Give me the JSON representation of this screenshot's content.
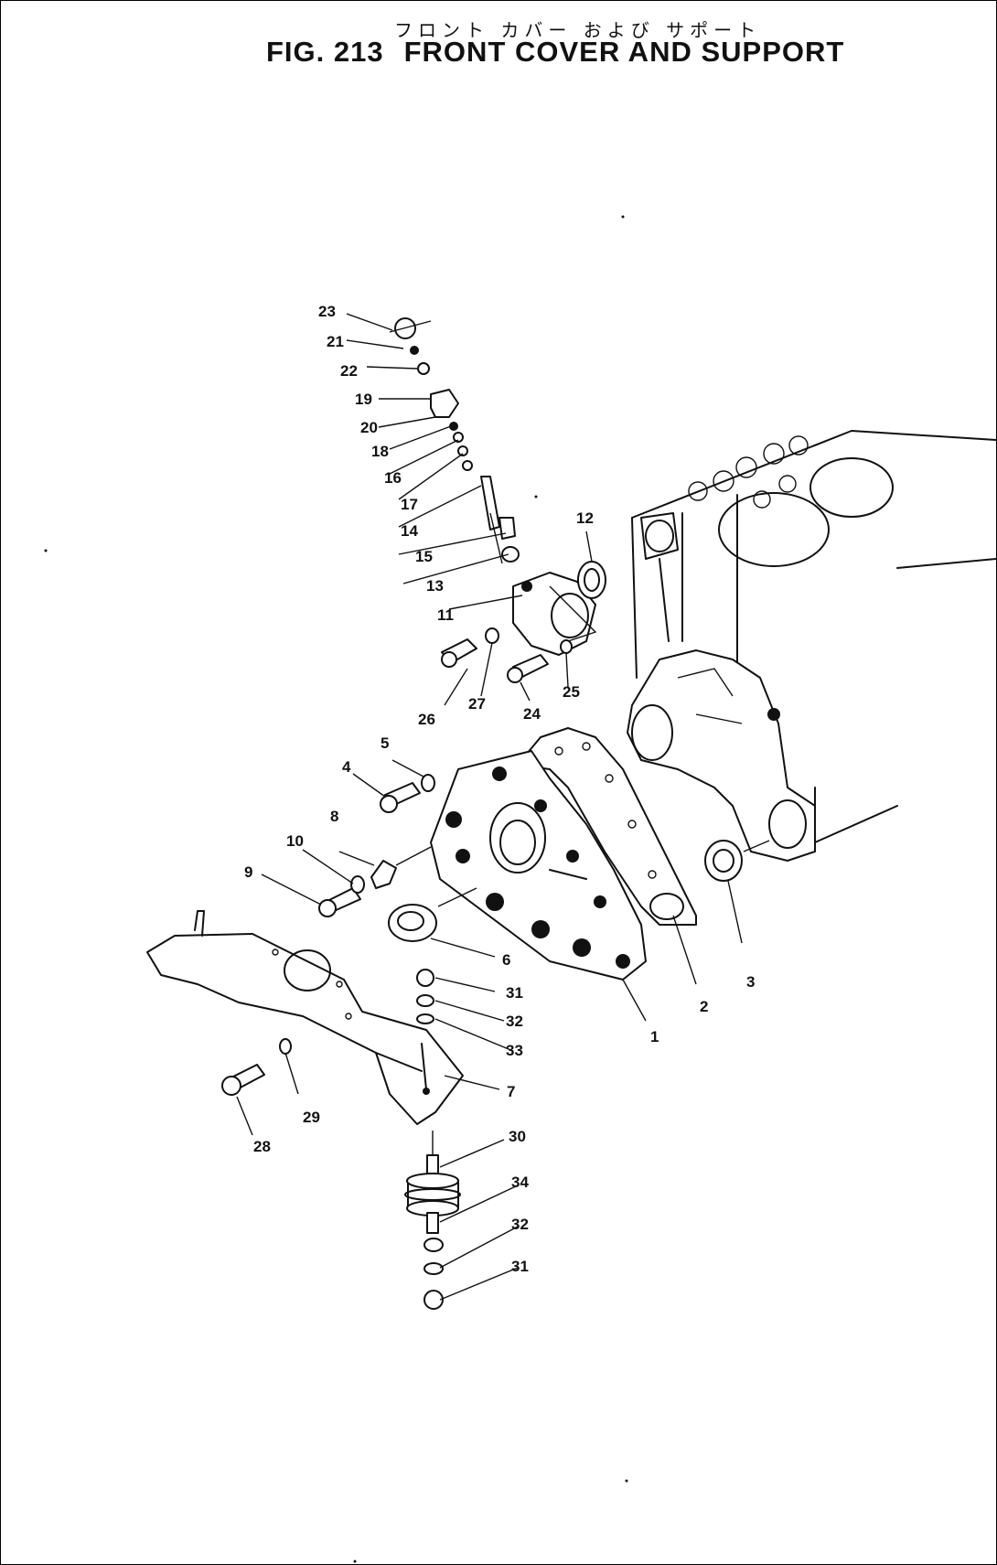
{
  "figure": {
    "title_jp": "フロント カバー および サポート",
    "number": "FIG. 213",
    "title": "FRONT COVER AND SUPPORT"
  },
  "callouts": [
    {
      "id": "c23",
      "text": "23"
    },
    {
      "id": "c21",
      "text": "21"
    },
    {
      "id": "c22",
      "text": "22"
    },
    {
      "id": "c19",
      "text": "19"
    },
    {
      "id": "c20",
      "text": "20"
    },
    {
      "id": "c18",
      "text": "18"
    },
    {
      "id": "c16",
      "text": "16"
    },
    {
      "id": "c17",
      "text": "17"
    },
    {
      "id": "c14",
      "text": "14"
    },
    {
      "id": "c15",
      "text": "15"
    },
    {
      "id": "c13",
      "text": "13"
    },
    {
      "id": "c12",
      "text": "12"
    },
    {
      "id": "c11",
      "text": "11"
    },
    {
      "id": "c26",
      "text": "26"
    },
    {
      "id": "c27",
      "text": "27"
    },
    {
      "id": "c24",
      "text": "24"
    },
    {
      "id": "c25",
      "text": "25"
    },
    {
      "id": "c5",
      "text": "5"
    },
    {
      "id": "c4",
      "text": "4"
    },
    {
      "id": "c8",
      "text": "8"
    },
    {
      "id": "c10",
      "text": "10"
    },
    {
      "id": "c9",
      "text": "9"
    },
    {
      "id": "c6",
      "text": "6"
    },
    {
      "id": "c31a",
      "text": "31"
    },
    {
      "id": "c32a",
      "text": "32"
    },
    {
      "id": "c33",
      "text": "33"
    },
    {
      "id": "c7",
      "text": "7"
    },
    {
      "id": "c1",
      "text": "1"
    },
    {
      "id": "c2",
      "text": "2"
    },
    {
      "id": "c3",
      "text": "3"
    },
    {
      "id": "c29",
      "text": "29"
    },
    {
      "id": "c28",
      "text": "28"
    },
    {
      "id": "c30",
      "text": "30"
    },
    {
      "id": "c34",
      "text": "34"
    },
    {
      "id": "c32b",
      "text": "32"
    },
    {
      "id": "c31b",
      "text": "31"
    }
  ]
}
